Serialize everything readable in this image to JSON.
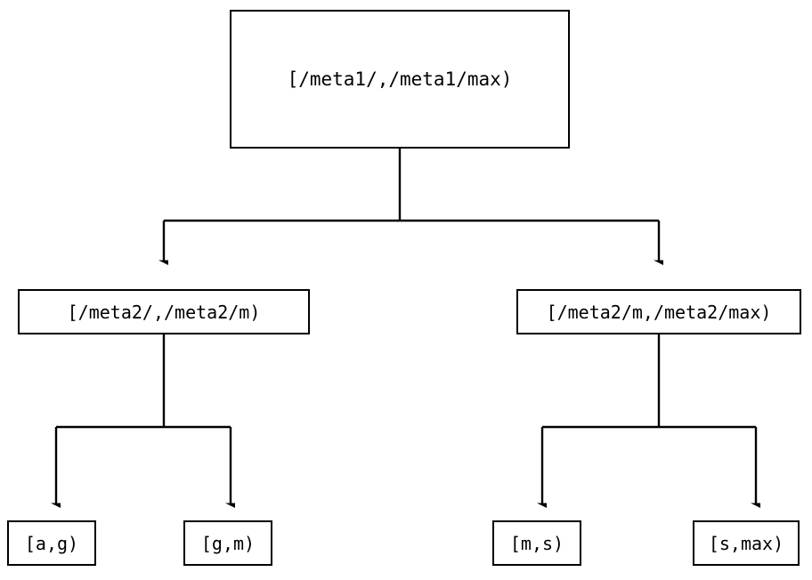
{
  "diagram": {
    "type": "tree",
    "title": "",
    "background_color": "#ffffff",
    "line_color": "#000000",
    "text_color": "#000000",
    "nodes": {
      "root": {
        "label": "[/meta1/,/meta1/max)"
      },
      "mid_left": {
        "label": "[/meta2/,/meta2/m)"
      },
      "mid_right": {
        "label": "[/meta2/m,/meta2/max)"
      },
      "leaf_1": {
        "label": "[a,g)"
      },
      "leaf_2": {
        "label": "[g,m)"
      },
      "leaf_3": {
        "label": "[m,s)"
      },
      "leaf_4": {
        "label": "[s,max)"
      }
    },
    "edges": [
      {
        "from": "root",
        "to": "mid_left",
        "arrow": "filled-triangle"
      },
      {
        "from": "root",
        "to": "mid_right",
        "arrow": "filled-triangle"
      },
      {
        "from": "mid_left",
        "to": "leaf_1",
        "arrow": "filled-triangle"
      },
      {
        "from": "mid_left",
        "to": "leaf_2",
        "arrow": "filled-triangle"
      },
      {
        "from": "mid_right",
        "to": "leaf_3",
        "arrow": "filled-triangle"
      },
      {
        "from": "mid_right",
        "to": "leaf_4",
        "arrow": "filled-triangle"
      }
    ]
  }
}
